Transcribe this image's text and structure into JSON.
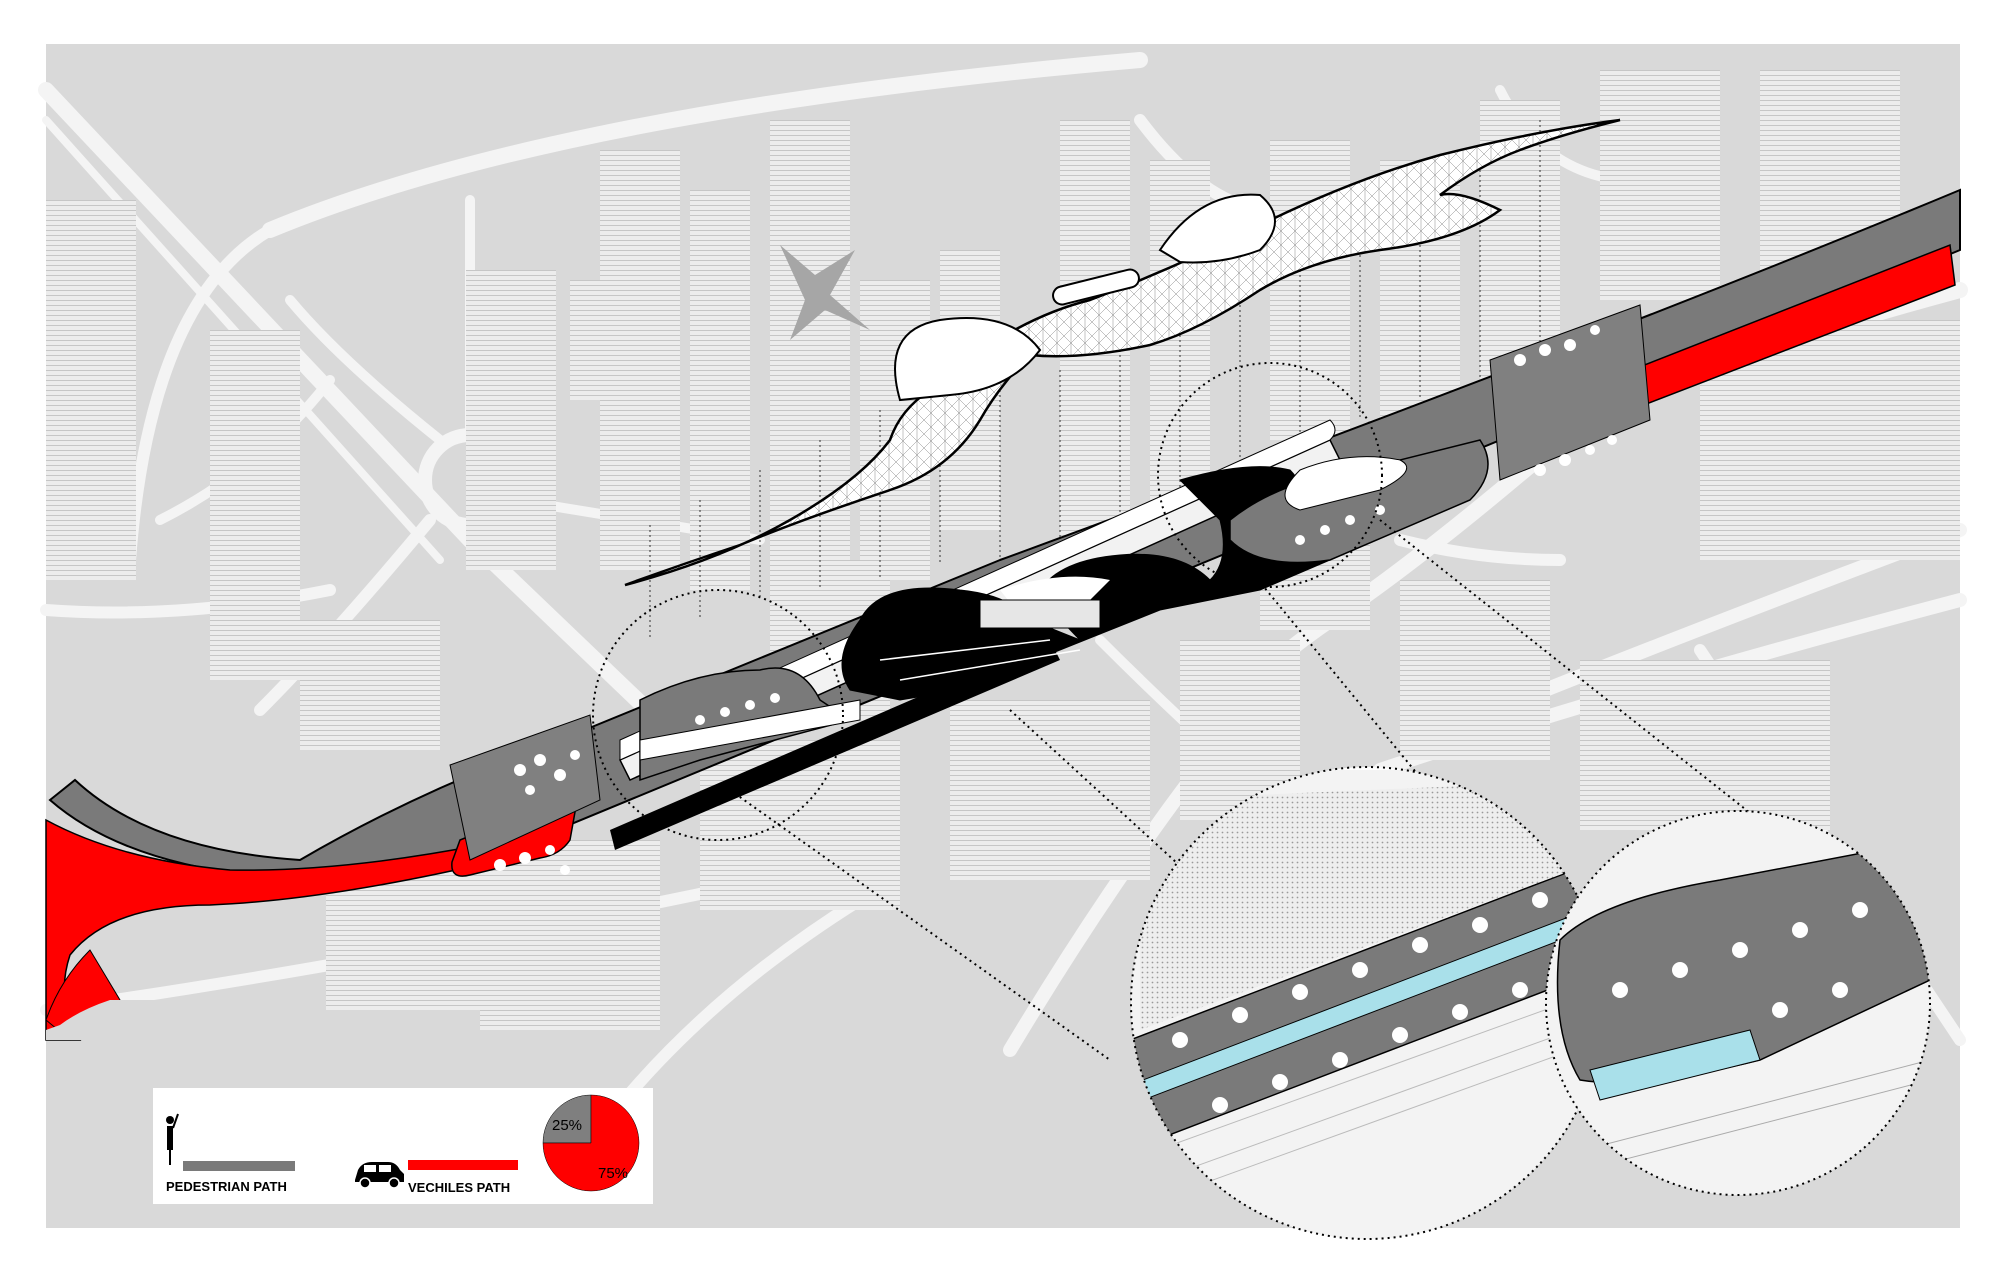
{
  "legend": {
    "pedestrian_label": "PEDESTRIAN PATH",
    "vehicle_label": "VECHILES PATH",
    "pedestrian_icon": "person-icon",
    "vehicle_icon": "car-icon"
  },
  "share_pie": {
    "slices": [
      {
        "label": "25%",
        "value": 25,
        "color": "#7f7f7f"
      },
      {
        "label": "75%",
        "value": 75,
        "color": "#ff0000"
      }
    ]
  },
  "colors": {
    "background": "#d9d9d9",
    "pedestrian": "#7a7a7a",
    "vehicle": "#ff0000",
    "water": "#a9e0ea",
    "structure": "#000000"
  }
}
